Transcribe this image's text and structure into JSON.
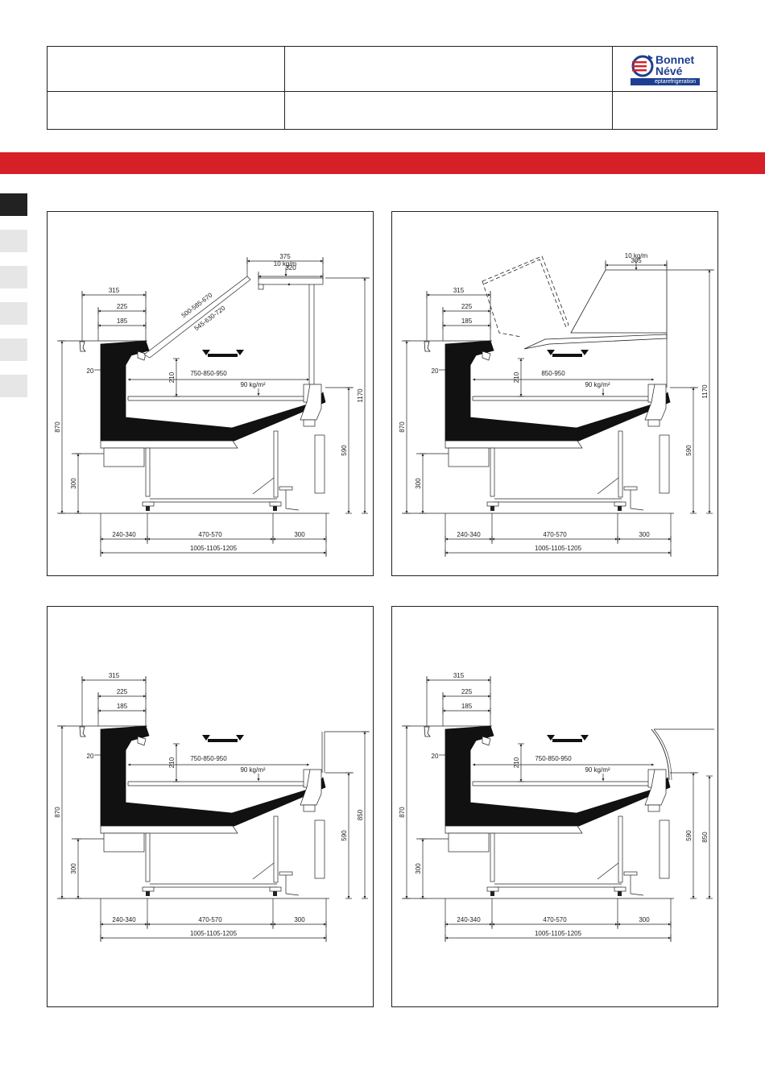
{
  "logo": {
    "line1": "Bonnet",
    "line2": "Névé",
    "sub": "eptarefrigeration"
  },
  "colors": {
    "brand_blue": "#1e3f91",
    "brand_red": "#d71f27",
    "line": "#222222"
  },
  "diagrams": [
    {
      "id": "top-left",
      "variant": "inclined-glass",
      "dims": {
        "top_375": "375",
        "top_320": "320",
        "load_top": "10 kg/m",
        "d315": "315",
        "d225": "225",
        "d185": "185",
        "d20": "20",
        "glass_a": "500-585-670",
        "glass_b": "545-630-720",
        "h210": "210",
        "depth": "750-850-950",
        "load_shelf": "90  kg/m²",
        "h870": "870",
        "h300": "300",
        "h590": "590",
        "h_total": "1170",
        "b1": "240-340",
        "b2": "470-570",
        "b3": "300",
        "overall": "1005-1105-1205"
      }
    },
    {
      "id": "top-right",
      "variant": "lifting-glass",
      "dims": {
        "top_305": "305",
        "load_top": "10 kg/m",
        "d315": "315",
        "d225": "225",
        "d185": "185",
        "d20": "20",
        "h210": "210",
        "depth": "850-950",
        "load_shelf": "90  kg/m²",
        "h870": "870",
        "h300": "300",
        "h590": "590",
        "h_total": "1170",
        "b1": "240-340",
        "b2": "470-570",
        "b3": "300",
        "overall": "1005-1105-1205"
      }
    },
    {
      "id": "bottom-left",
      "variant": "straight-rear",
      "dims": {
        "d315": "315",
        "d225": "225",
        "d185": "185",
        "d20": "20",
        "h210": "210",
        "depth": "750-850-950",
        "load_shelf": "90  kg/m²",
        "h870": "870",
        "h300": "300",
        "h590": "590",
        "h_total": "850",
        "b1": "240-340",
        "b2": "470-570",
        "b3": "300",
        "overall": "1005-1105-1205"
      }
    },
    {
      "id": "bottom-right",
      "variant": "curved-rear",
      "dims": {
        "d315": "315",
        "d225": "225",
        "d185": "185",
        "d20": "20",
        "h210": "210",
        "depth": "750-850-950",
        "load_shelf": "90  kg/m²",
        "h870": "870",
        "h300": "300",
        "h590": "590",
        "h_total": "850",
        "b1": "240-340",
        "b2": "470-570",
        "b3": "300",
        "overall": "1005-1105-1205"
      }
    }
  ]
}
